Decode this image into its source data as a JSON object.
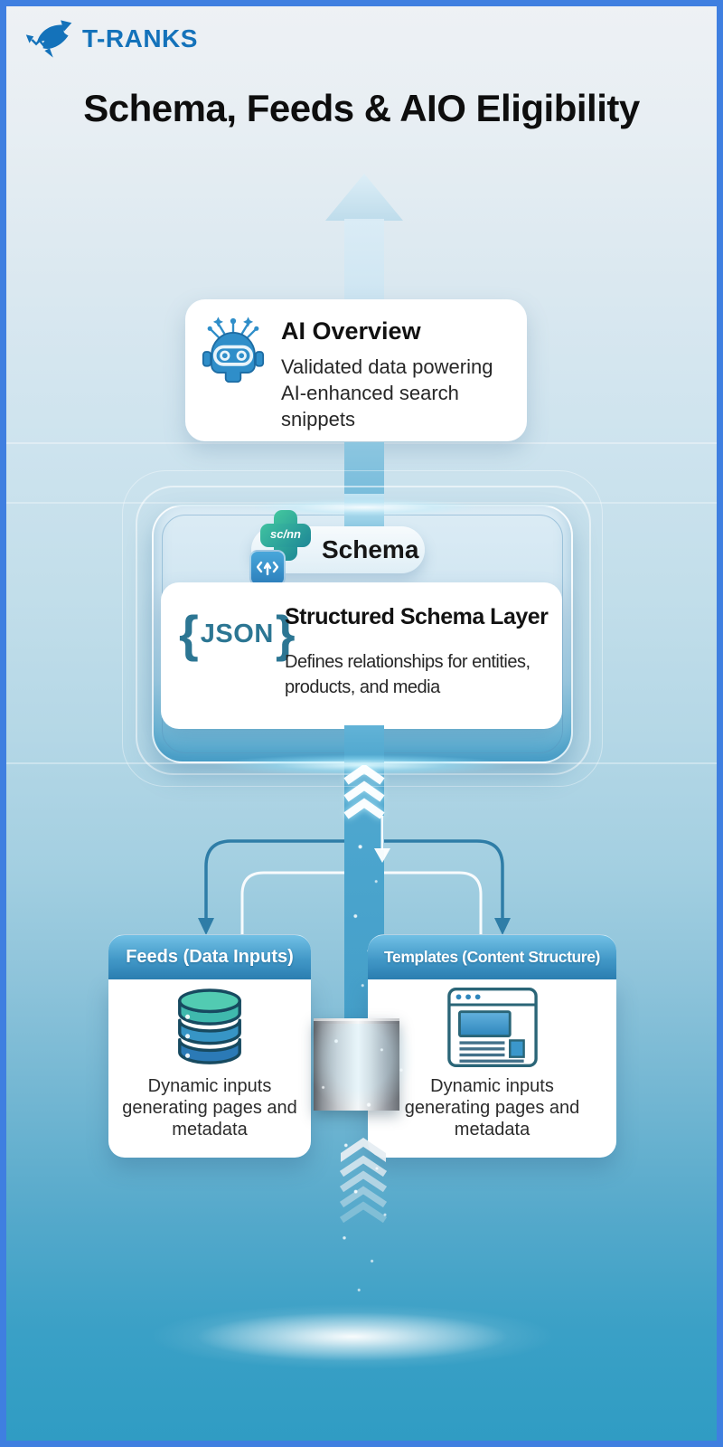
{
  "logo": {
    "brand": "T-RANKS"
  },
  "title": "Schema, Feeds & AIO Eligibility",
  "flow": {
    "ai_overview": {
      "heading": "AI Overview",
      "description_lines": [
        "Validated data powering",
        "AI-enhanced search",
        "snippets"
      ]
    },
    "schema": {
      "label": "Schema",
      "icon_caption": "sc/nn",
      "json_brace_open": "{",
      "json_label": "JSON",
      "json_brace_close": "}",
      "card_heading": "Structured Schema Layer",
      "card_description_lines": [
        "Defines relationships for entities,",
        "products, and media"
      ]
    },
    "feeds": {
      "heading": "Feeds (Data Inputs)",
      "description_lines": [
        "Dynamic inputs",
        "generating pages and",
        "metadata"
      ]
    },
    "templates": {
      "heading": "Templates (Content Structure)",
      "description_lines": [
        "Dynamic inputs",
        "generating pages and",
        "metadata"
      ]
    }
  },
  "colors": {
    "frame": "#3f7fe0",
    "brand_blue": "#1472ba",
    "title_text": "#0e0e0e",
    "band_blue": "#55abd2",
    "card_header_top": "#71c0e5",
    "card_header_bottom": "#2b7fb2",
    "json_teal": "#2c7693",
    "connector_dark": "#2e7da7",
    "schema_icon_green": "#43c79e",
    "background_bottom": "#2f9cc3"
  }
}
